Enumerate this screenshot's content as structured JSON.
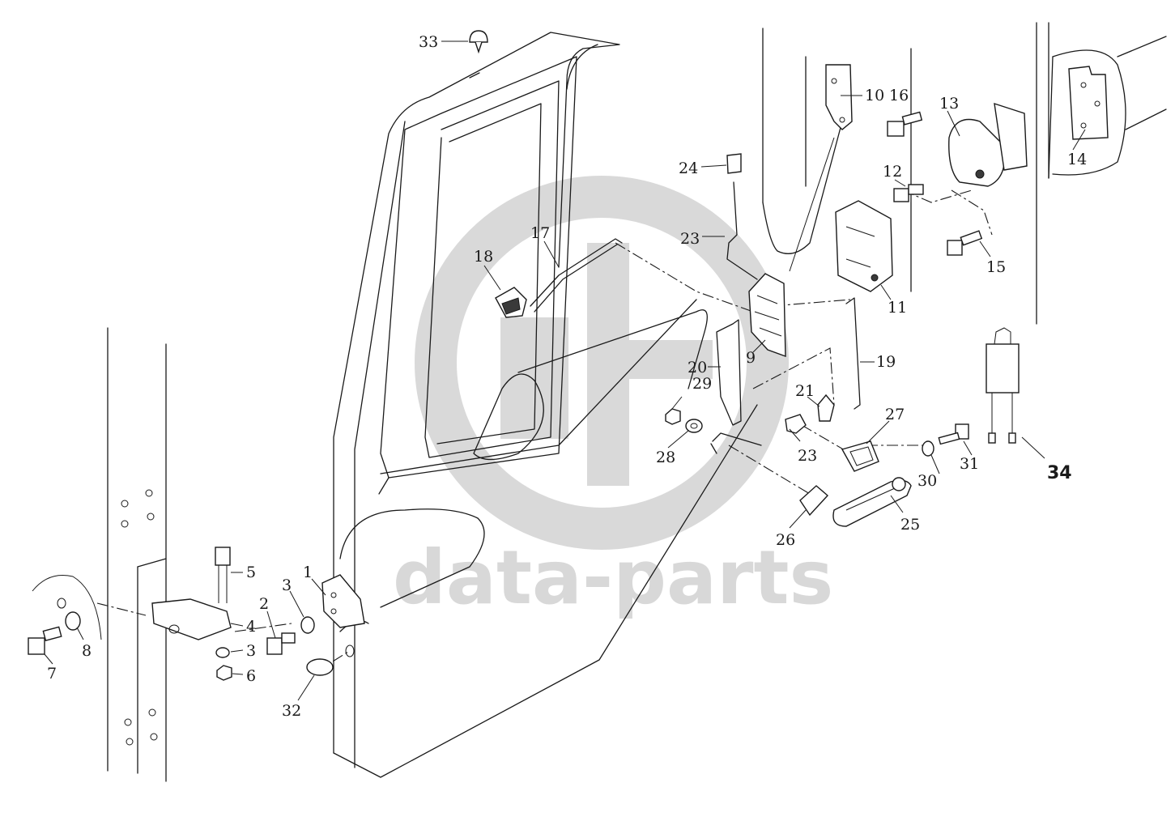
{
  "watermark": {
    "text": "data-parts",
    "logo": "gb-circle-logo",
    "color": "#b9b9b9"
  },
  "callouts": [
    {
      "id": "c33",
      "label": "33"
    },
    {
      "id": "c10",
      "label": "10"
    },
    {
      "id": "c16",
      "label": "16"
    },
    {
      "id": "c13",
      "label": "13"
    },
    {
      "id": "c14",
      "label": "14"
    },
    {
      "id": "c24",
      "label": "24"
    },
    {
      "id": "c12",
      "label": "12"
    },
    {
      "id": "c17",
      "label": "17"
    },
    {
      "id": "c23a",
      "label": "23"
    },
    {
      "id": "c18",
      "label": "18"
    },
    {
      "id": "c15",
      "label": "15"
    },
    {
      "id": "c11",
      "label": "11"
    },
    {
      "id": "c9",
      "label": "9"
    },
    {
      "id": "c19",
      "label": "19"
    },
    {
      "id": "c20",
      "label": "20"
    },
    {
      "id": "c29",
      "label": "29"
    },
    {
      "id": "c21",
      "label": "21"
    },
    {
      "id": "c27",
      "label": "27"
    },
    {
      "id": "c23b",
      "label": "23"
    },
    {
      "id": "c28",
      "label": "28"
    },
    {
      "id": "c31",
      "label": "31"
    },
    {
      "id": "c30",
      "label": "30"
    },
    {
      "id": "c34",
      "label": "34"
    },
    {
      "id": "c25",
      "label": "25"
    },
    {
      "id": "c26",
      "label": "26"
    },
    {
      "id": "c5",
      "label": "5"
    },
    {
      "id": "c1",
      "label": "1"
    },
    {
      "id": "c3a",
      "label": "3"
    },
    {
      "id": "c2",
      "label": "2"
    },
    {
      "id": "c4",
      "label": "4"
    },
    {
      "id": "c3b",
      "label": "3"
    },
    {
      "id": "c8",
      "label": "8"
    },
    {
      "id": "c6",
      "label": "6"
    },
    {
      "id": "c7",
      "label": "7"
    },
    {
      "id": "c32",
      "label": "32"
    }
  ]
}
